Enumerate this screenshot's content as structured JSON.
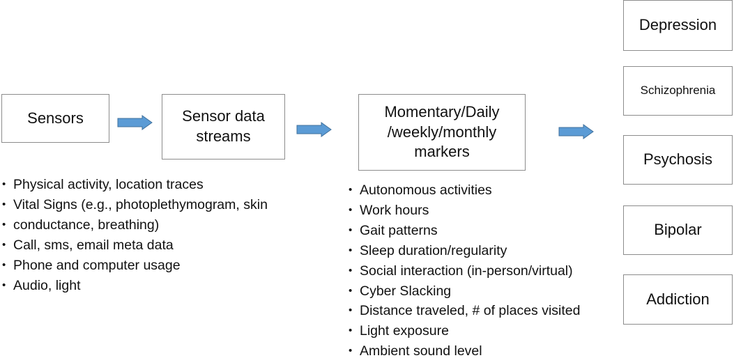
{
  "pipeline": {
    "sensors": "Sensors",
    "streams_line1": "Sensor data",
    "streams_line2": "streams",
    "markers_line1": "Momentary/Daily",
    "markers_line2": "/weekly/monthly",
    "markers_line3": "markers"
  },
  "conditions": [
    "Depression",
    "Schizophrenia",
    "Psychosis",
    "Bipolar",
    "Addiction"
  ],
  "sensor_items": [
    "Physical activity, location traces",
    "Vital Signs (e.g., photoplethymogram, skin",
    "Call, sms, email meta data",
    "Phone and computer usage",
    "Audio, light"
  ],
  "sensor_item_continuation": "conductance, breathing)",
  "marker_items": [
    "Autonomous activities",
    "Work hours",
    "Gait patterns",
    "Sleep duration/regularity",
    "Social interaction (in-person/virtual)",
    "Cyber Slacking",
    "Distance traveled, # of places visited",
    "Light exposure",
    "Ambient sound level"
  ],
  "colors": {
    "arrow_fill": "#5b9bd5",
    "arrow_stroke": "#41719c",
    "box_border": "#8c8c8c"
  }
}
